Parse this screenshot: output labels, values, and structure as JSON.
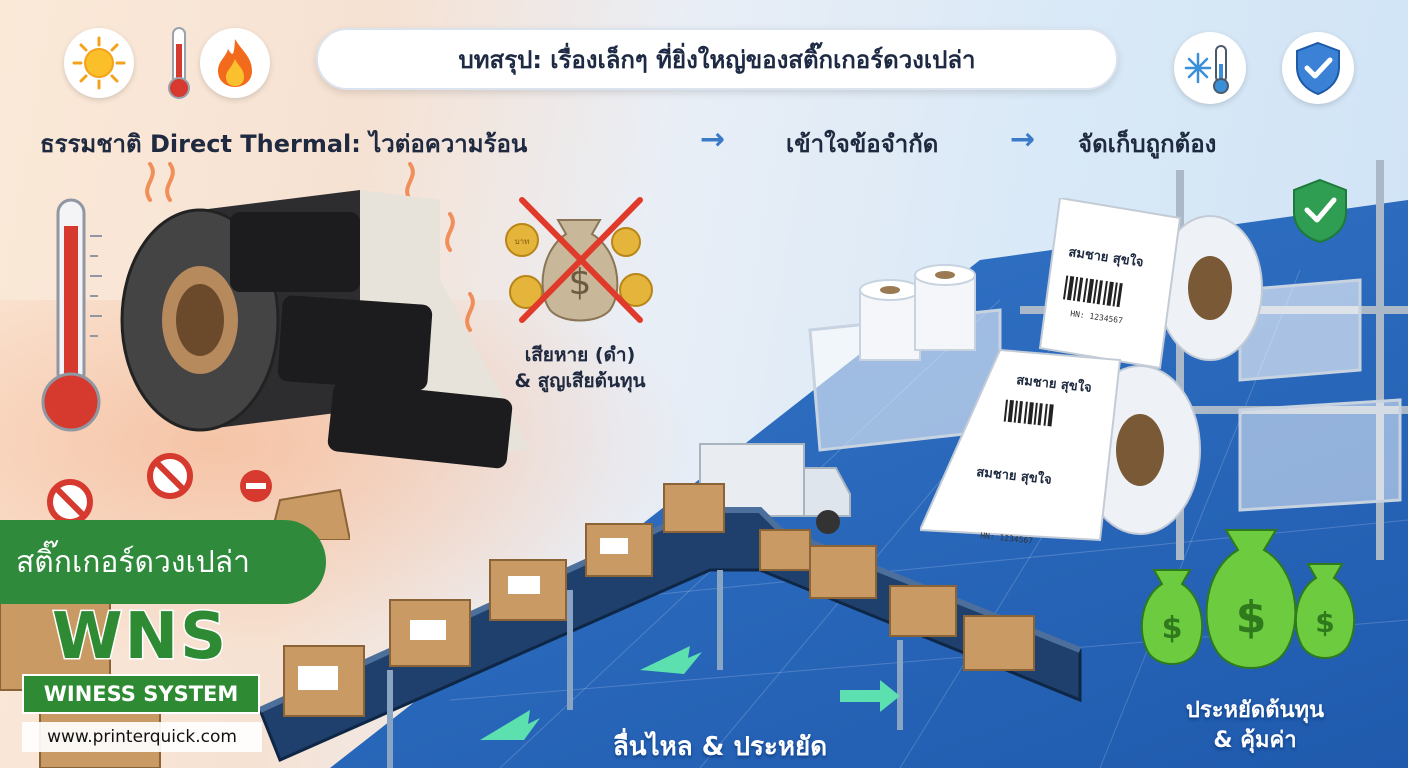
{
  "header": {
    "title": "บทสรุป: เรื่องเล็กๆ ที่ยิ่งใหญ่ของสติ๊กเกอร์ดวงเปล่า"
  },
  "steps": [
    {
      "label": "ธรรมชาติ Direct Thermal:  ไวต่อความร้อน"
    },
    {
      "label": "เข้าใจข้อจำกัด"
    },
    {
      "label": "จัดเก็บถูกต้อง"
    }
  ],
  "arrows": [
    "→",
    "→"
  ],
  "loss_label": {
    "line1": "เสียหาย (ดำ)",
    "line2": "& สูญเสียต้นทุน"
  },
  "flow_label": "ลื่นไหล & ประหยัด",
  "savings_label": {
    "line1": "ประหยัดต้นทุน",
    "line2": "& คุ้มค่า"
  },
  "roll_labels": {
    "name": "สมชาย สุขใจ",
    "code": "HN: 1234567"
  },
  "coin_text": "บาท",
  "brand": {
    "bar_text": "สติ๊กเกอร์ดวงเปล่า",
    "logo": "WNS",
    "subtitle": "WINESS SYSTEM",
    "url": "www.printerquick.com"
  },
  "icons": [
    "sun-icon",
    "thermometer-icon",
    "fire-icon",
    "snowflake-thermometer-icon",
    "shield-check-icon"
  ],
  "colors": {
    "accent": "#3a7bc8",
    "brand_green": "#2e8b34",
    "warning_red": "#d63a2f"
  }
}
